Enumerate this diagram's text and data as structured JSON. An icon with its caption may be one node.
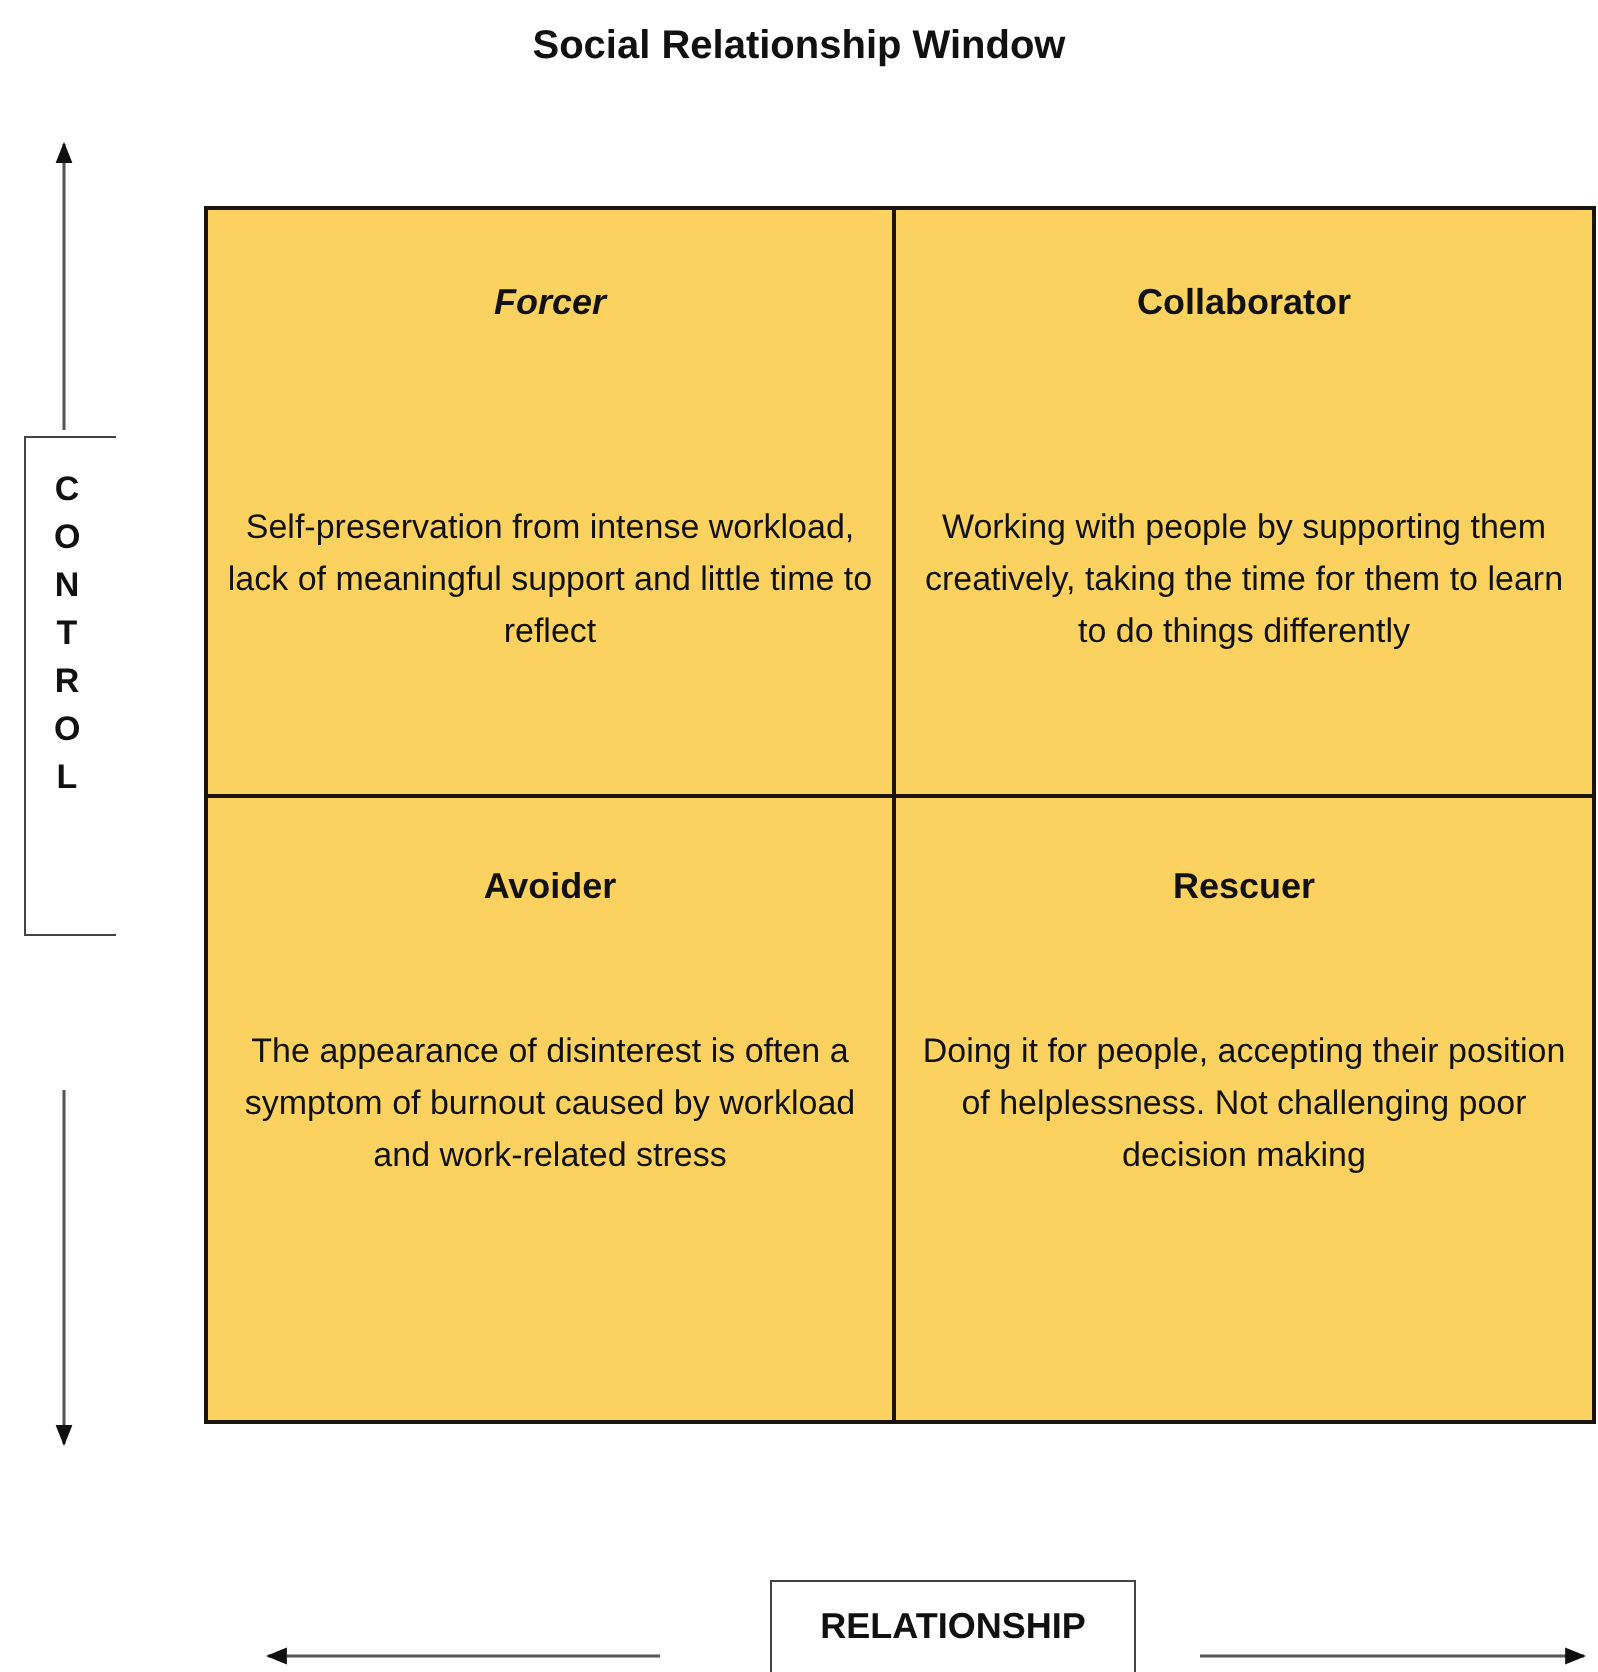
{
  "diagram": {
    "title": "Social Relationship Window",
    "nodes": [
      {
        "text": [
          "Forcer",
          "Self-preservation from intense workload, lack of meaningful support and little time to reflect"
        ]
      },
      {
        "text": [
          "Collaborator",
          "Working with people by supporting them creatively, taking the time for them to learn to do things differently"
        ]
      },
      {
        "text": [
          "Avoider",
          "The appearance of disinterest is often a symptom of burnout caused by workload and work-related stress"
        ]
      },
      {
        "text": [
          "Rescuer",
          "Doing it for people, accepting their position of helplessness. Not challenging poor decision making"
        ]
      }
    ],
    "edges": [],
    "labels": [
      "CONTROL",
      "RELATIONSHIP"
    ]
  }
}
